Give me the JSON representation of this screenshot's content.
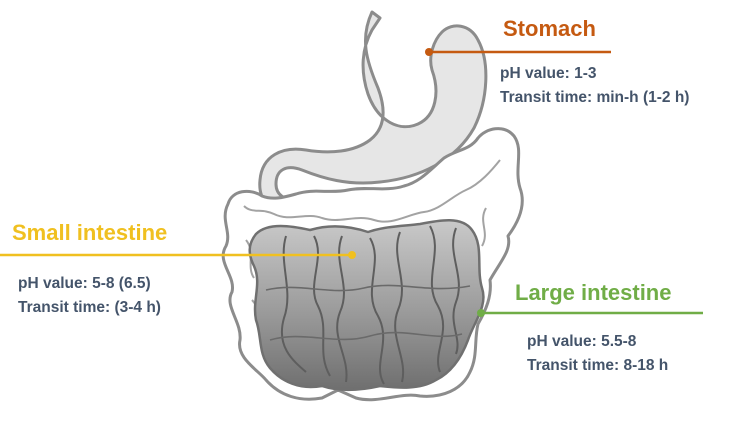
{
  "colors": {
    "stomach": "#c55a11",
    "small_intestine": "#f0c020",
    "large_intestine": "#70ad47",
    "info_text": "#44546a",
    "organ_fill": "#e8e8e8",
    "organ_outline": "#8c8c8c"
  },
  "organs": {
    "stomach": {
      "name": "Stomach",
      "ph": "pH value: 1-3",
      "transit": "Transit time: min-h (1-2 h)"
    },
    "small_intestine": {
      "name": "Small intestine",
      "ph": "pH value: 5-8 (6.5)",
      "transit": "Transit time: (3-4 h)"
    },
    "large_intestine": {
      "name": "Large intestine",
      "ph": "pH value: 5.5-8",
      "transit": "Transit time: 8-18 h"
    }
  }
}
